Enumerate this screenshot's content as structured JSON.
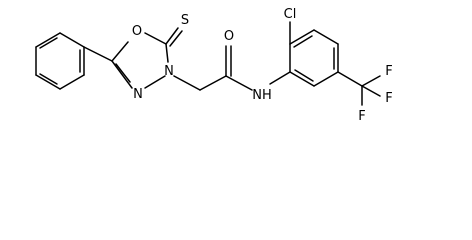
{
  "molecule": {
    "atom_labels": {
      "ring_oxygen": "O",
      "thione_sulfur": "S",
      "ring_n4": "N",
      "ring_n3": "N",
      "carbonyl_oxygen": "O",
      "amide_nh": "NH",
      "chlorine": "Cl",
      "fluorine_top": "F",
      "fluorine_right": "F",
      "fluorine_bottom": "F"
    }
  }
}
